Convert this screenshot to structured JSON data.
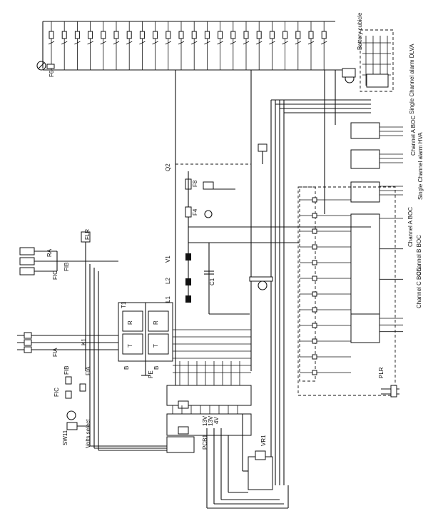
{
  "labels": {
    "battery_cubicle": "Battery cubicle",
    "single_channel_alarm_dlva": "Single Channel alarm DLVA",
    "channel_a_boc_top": "Channel A BOC",
    "single_channel_alarm_hva": "Single Channel alarm HVA",
    "channel_a_boc": "Channel A BOC",
    "channel_b_boc": "Channel B BOC",
    "channel_c_boc": "Channel C BOC",
    "plr": "PLR",
    "f6": "F6",
    "q2": "Q2",
    "f8": "F8",
    "f4": "F4",
    "v1": "V1",
    "l2": "L2",
    "c1": "C1",
    "l1": "L1",
    "t1": "T1",
    "flr": "FLR",
    "ra": "RA",
    "fic_top": "FIC",
    "fib_top": "FIB",
    "fia_top": "FIA",
    "k1": "K1",
    "fib": "FIB",
    "fia": "FIA",
    "fic": "FIC",
    "sw11": "SW11",
    "volts_select": "Volts select",
    "pe": "PE",
    "r_top": "R",
    "r_bottom": "R",
    "t_top": "T",
    "t_bottom": "T",
    "b_top": "B",
    "b_bottom": "B",
    "v13_a": "13V",
    "v13_b": "13V",
    "v4": "4V",
    "pcb1": "PCB1",
    "vr1": "VR1"
  }
}
